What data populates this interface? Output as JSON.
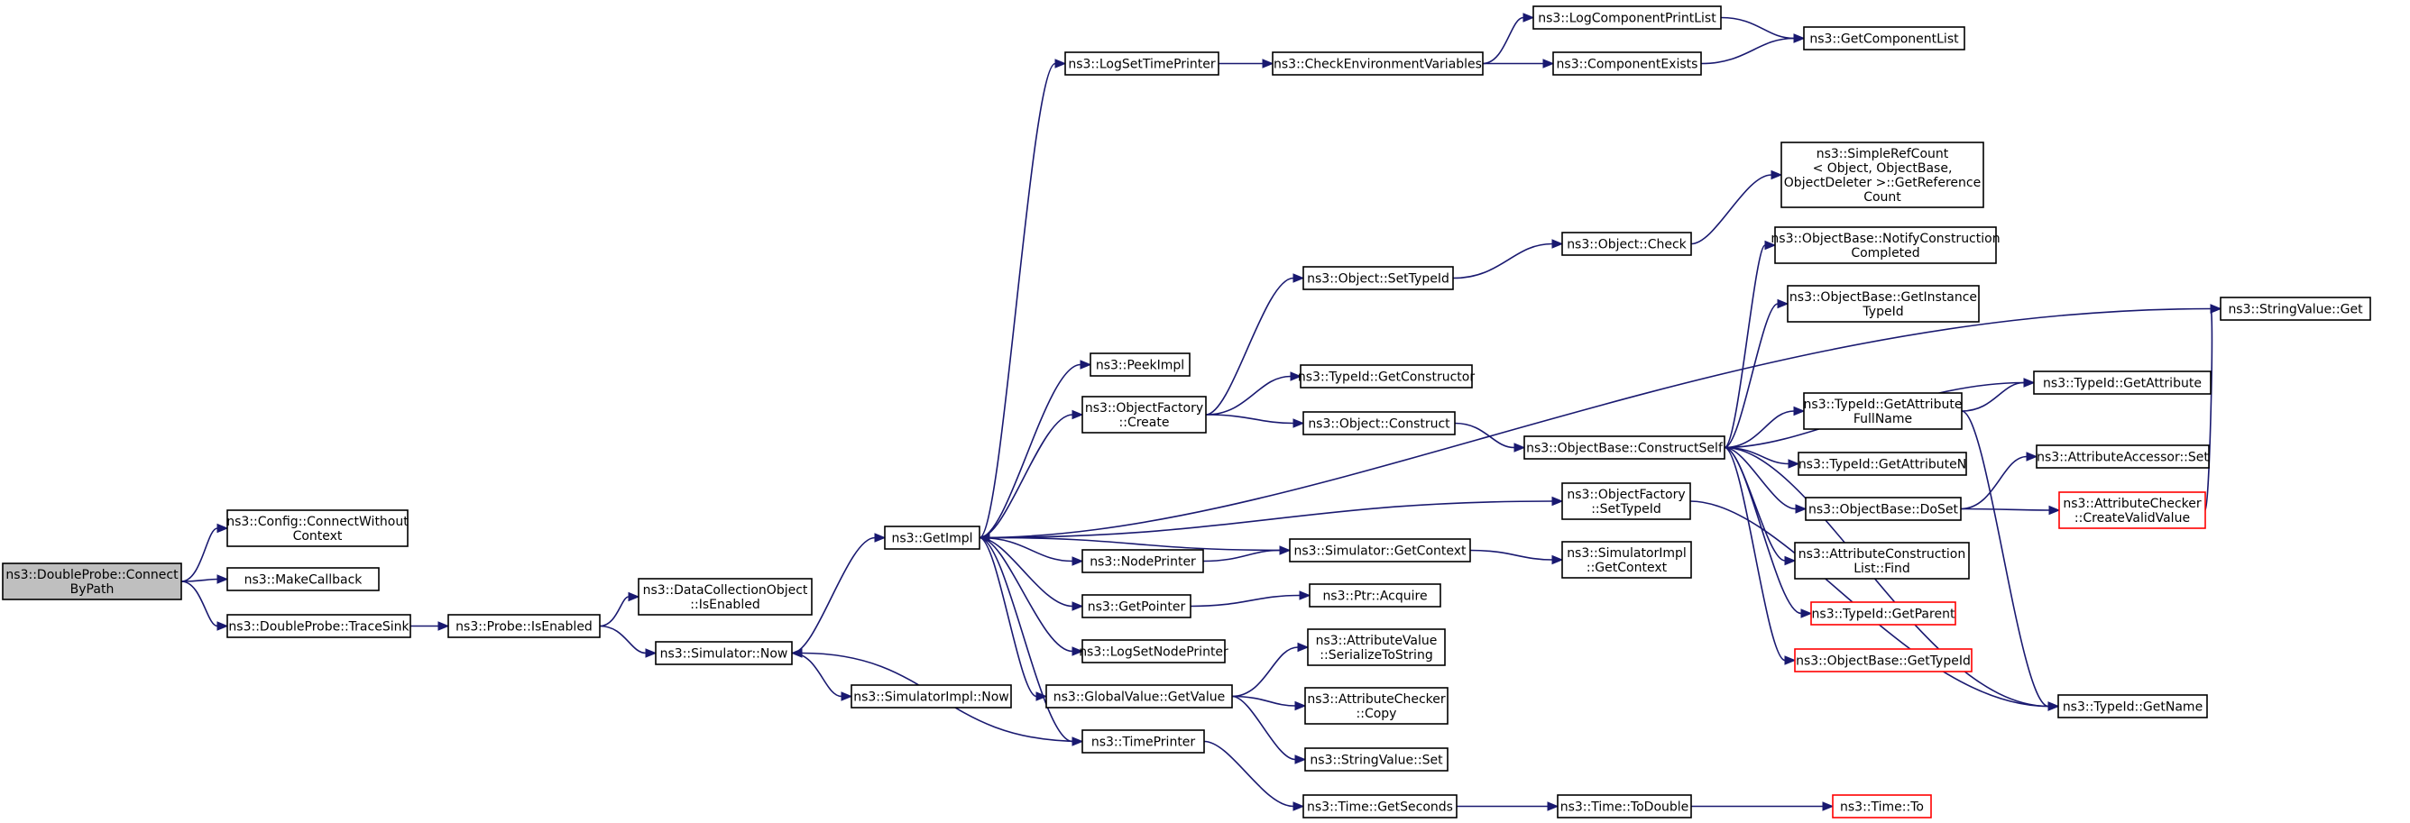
{
  "colors": {
    "edge": "#191970",
    "root_fill": "#bfbfbf",
    "truncated_border": "#ff0000",
    "node_border": "#000000"
  },
  "nodes": [
    {
      "id": "doubleprobe_connect",
      "lines": [
        "ns3::DoubleProbe::Connect",
        "ByPath"
      ],
      "style": "root"
    },
    {
      "id": "config_connect",
      "lines": [
        "ns3::Config::ConnectWithout",
        "Context"
      ]
    },
    {
      "id": "makecallback",
      "lines": [
        "ns3::MakeCallback"
      ]
    },
    {
      "id": "tracesink",
      "lines": [
        "ns3::DoubleProbe::TraceSink"
      ]
    },
    {
      "id": "probe_isenabled",
      "lines": [
        "ns3::Probe::IsEnabled"
      ]
    },
    {
      "id": "dco_isenabled",
      "lines": [
        "ns3::DataCollectionObject",
        "::IsEnabled"
      ]
    },
    {
      "id": "sim_now",
      "lines": [
        "ns3::Simulator::Now"
      ]
    },
    {
      "id": "simimpl_now",
      "lines": [
        "ns3::SimulatorImpl::Now"
      ]
    },
    {
      "id": "getimpl",
      "lines": [
        "ns3::GetImpl"
      ]
    },
    {
      "id": "logsettimeprinter",
      "lines": [
        "ns3::LogSetTimePrinter"
      ]
    },
    {
      "id": "checkenv",
      "lines": [
        "ns3::CheckEnvironmentVariables"
      ]
    },
    {
      "id": "logcompprintlist",
      "lines": [
        "ns3::LogComponentPrintList"
      ]
    },
    {
      "id": "compexists",
      "lines": [
        "ns3::ComponentExists"
      ]
    },
    {
      "id": "getcomplist",
      "lines": [
        "ns3::GetComponentList"
      ]
    },
    {
      "id": "peekimpl",
      "lines": [
        "ns3::PeekImpl"
      ]
    },
    {
      "id": "objfactory_create",
      "lines": [
        "ns3::ObjectFactory",
        "::Create"
      ]
    },
    {
      "id": "object_settypeid",
      "lines": [
        "ns3::Object::SetTypeId"
      ]
    },
    {
      "id": "object_check",
      "lines": [
        "ns3::Object::Check"
      ]
    },
    {
      "id": "simplerefcount",
      "lines": [
        "ns3::SimpleRefCount",
        "< Object, ObjectBase,",
        "ObjectDeleter >::GetReference",
        "Count"
      ]
    },
    {
      "id": "typeid_getconstructor",
      "lines": [
        "ns3::TypeId::GetConstructor"
      ]
    },
    {
      "id": "object_construct",
      "lines": [
        "ns3::Object::Construct"
      ]
    },
    {
      "id": "constructself",
      "lines": [
        "ns3::ObjectBase::ConstructSelf"
      ]
    },
    {
      "id": "notifyconstruction",
      "lines": [
        "ns3::ObjectBase::NotifyConstruction",
        "Completed"
      ]
    },
    {
      "id": "getinstancetypeid",
      "lines": [
        "ns3::ObjectBase::GetInstance",
        "TypeId"
      ]
    },
    {
      "id": "typeid_getattribute",
      "lines": [
        "ns3::TypeId::GetAttribute"
      ]
    },
    {
      "id": "typeid_getattrfullname",
      "lines": [
        "ns3::TypeId::GetAttribute",
        "FullName"
      ]
    },
    {
      "id": "typeid_getattributen",
      "lines": [
        "ns3::TypeId::GetAttributeN"
      ]
    },
    {
      "id": "objectbase_doset",
      "lines": [
        "ns3::ObjectBase::DoSet"
      ]
    },
    {
      "id": "attraccessor_set",
      "lines": [
        "ns3::AttributeAccessor::Set"
      ]
    },
    {
      "id": "attrchecker_createvalid",
      "lines": [
        "ns3::AttributeChecker",
        "::CreateValidValue"
      ],
      "style": "truncated"
    },
    {
      "id": "stringvalue_get",
      "lines": [
        "ns3::StringValue::Get"
      ]
    },
    {
      "id": "attrconstructionlist_find",
      "lines": [
        "ns3::AttributeConstruction",
        "List::Find"
      ]
    },
    {
      "id": "typeid_getparent",
      "lines": [
        "ns3::TypeId::GetParent"
      ],
      "style": "truncated"
    },
    {
      "id": "objectbase_gettypeid",
      "lines": [
        "ns3::ObjectBase::GetTypeId"
      ],
      "style": "truncated"
    },
    {
      "id": "typeid_getname",
      "lines": [
        "ns3::TypeId::GetName"
      ]
    },
    {
      "id": "objfactory_settypeid",
      "lines": [
        "ns3::ObjectFactory",
        "::SetTypeId"
      ]
    },
    {
      "id": "nodeprinter",
      "lines": [
        "ns3::NodePrinter"
      ]
    },
    {
      "id": "sim_getcontext",
      "lines": [
        "ns3::Simulator::GetContext"
      ]
    },
    {
      "id": "simimpl_getcontext",
      "lines": [
        "ns3::SimulatorImpl",
        "::GetContext"
      ]
    },
    {
      "id": "getpointer",
      "lines": [
        "ns3::GetPointer"
      ]
    },
    {
      "id": "ptr_acquire",
      "lines": [
        "ns3::Ptr::Acquire"
      ]
    },
    {
      "id": "logsetnodeprinter",
      "lines": [
        "ns3::LogSetNodePrinter"
      ]
    },
    {
      "id": "attrvalue_serialize",
      "lines": [
        "ns3::AttributeValue",
        "::SerializeToString"
      ]
    },
    {
      "id": "globalvalue_getvalue",
      "lines": [
        "ns3::GlobalValue::GetValue"
      ]
    },
    {
      "id": "attrchecker_copy",
      "lines": [
        "ns3::AttributeChecker",
        "::Copy"
      ]
    },
    {
      "id": "stringvalue_set",
      "lines": [
        "ns3::StringValue::Set"
      ]
    },
    {
      "id": "timeprinter",
      "lines": [
        "ns3::TimePrinter"
      ]
    },
    {
      "id": "time_getseconds",
      "lines": [
        "ns3::Time::GetSeconds"
      ]
    },
    {
      "id": "time_todouble",
      "lines": [
        "ns3::Time::ToDouble"
      ]
    },
    {
      "id": "time_to",
      "lines": [
        "ns3::Time::To"
      ],
      "style": "truncated"
    }
  ],
  "edges": [
    [
      "doubleprobe_connect",
      "config_connect"
    ],
    [
      "doubleprobe_connect",
      "makecallback"
    ],
    [
      "doubleprobe_connect",
      "tracesink"
    ],
    [
      "tracesink",
      "probe_isenabled"
    ],
    [
      "probe_isenabled",
      "dco_isenabled"
    ],
    [
      "probe_isenabled",
      "sim_now"
    ],
    [
      "sim_now",
      "getimpl"
    ],
    [
      "sim_now",
      "simimpl_now"
    ],
    [
      "getimpl",
      "logsettimeprinter"
    ],
    [
      "getimpl",
      "stringvalue_get"
    ],
    [
      "getimpl",
      "peekimpl"
    ],
    [
      "getimpl",
      "objfactory_create"
    ],
    [
      "getimpl",
      "objfactory_settypeid"
    ],
    [
      "getimpl",
      "nodeprinter"
    ],
    [
      "getimpl",
      "getpointer"
    ],
    [
      "getimpl",
      "logsetnodeprinter"
    ],
    [
      "getimpl",
      "globalvalue_getvalue"
    ],
    [
      "getimpl",
      "timeprinter"
    ],
    [
      "logsettimeprinter",
      "checkenv"
    ],
    [
      "checkenv",
      "logcompprintlist"
    ],
    [
      "checkenv",
      "compexists"
    ],
    [
      "logcompprintlist",
      "getcomplist"
    ],
    [
      "compexists",
      "getcomplist"
    ],
    [
      "objfactory_create",
      "object_settypeid"
    ],
    [
      "objfactory_create",
      "typeid_getconstructor"
    ],
    [
      "objfactory_create",
      "object_construct"
    ],
    [
      "object_settypeid",
      "object_check"
    ],
    [
      "object_check",
      "simplerefcount"
    ],
    [
      "object_construct",
      "constructself"
    ],
    [
      "constructself",
      "notifyconstruction"
    ],
    [
      "constructself",
      "getinstancetypeid"
    ],
    [
      "constructself",
      "typeid_getattribute"
    ],
    [
      "constructself",
      "typeid_getattrfullname"
    ],
    [
      "constructself",
      "typeid_getattributen"
    ],
    [
      "constructself",
      "objectbase_doset"
    ],
    [
      "constructself",
      "attrconstructionlist_find"
    ],
    [
      "constructself",
      "typeid_getparent"
    ],
    [
      "constructself",
      "objectbase_gettypeid"
    ],
    [
      "constructself",
      "typeid_getname"
    ],
    [
      "typeid_getattrfullname",
      "typeid_getattribute"
    ],
    [
      "typeid_getattrfullname",
      "typeid_getname"
    ],
    [
      "objectbase_doset",
      "attraccessor_set"
    ],
    [
      "objectbase_doset",
      "attrchecker_createvalid"
    ],
    [
      "attrchecker_createvalid",
      "stringvalue_get"
    ],
    [
      "objfactory_settypeid",
      "typeid_getname"
    ],
    [
      "nodeprinter",
      "sim_getcontext"
    ],
    [
      "sim_getcontext",
      "getimpl"
    ],
    [
      "sim_getcontext",
      "simimpl_getcontext"
    ],
    [
      "getpointer",
      "ptr_acquire"
    ],
    [
      "globalvalue_getvalue",
      "attrvalue_serialize"
    ],
    [
      "globalvalue_getvalue",
      "attrchecker_copy"
    ],
    [
      "globalvalue_getvalue",
      "stringvalue_set"
    ],
    [
      "timeprinter",
      "sim_now"
    ],
    [
      "timeprinter",
      "time_getseconds"
    ],
    [
      "time_getseconds",
      "time_todouble"
    ],
    [
      "time_todouble",
      "time_to"
    ]
  ]
}
